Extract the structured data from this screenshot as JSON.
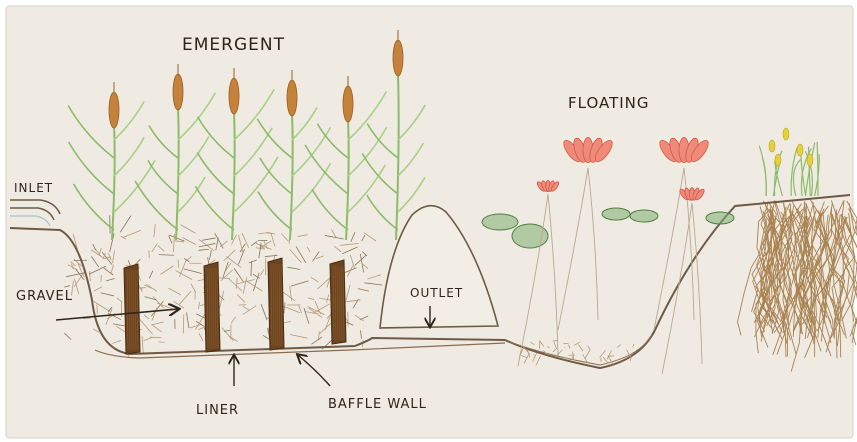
{
  "labels": {
    "emergent": "EMERGENT",
    "floating": "FLOATING",
    "inlet": "INLET",
    "gravel": "GRAVEL",
    "outlet": "OUTLET",
    "liner": "LINER",
    "baffle_wall": "BAFFLE WALL"
  },
  "colors": {
    "paper": "#efebe2",
    "outline": "#6e5a45",
    "reed_stem": "#8dbb6a",
    "cattail_head": "#c4823a",
    "baffle": "#6b4420",
    "lily_pad": "#7fae6f",
    "lily_flower": "#f08a78",
    "roots": "#a98252",
    "text": "#2e2418"
  }
}
